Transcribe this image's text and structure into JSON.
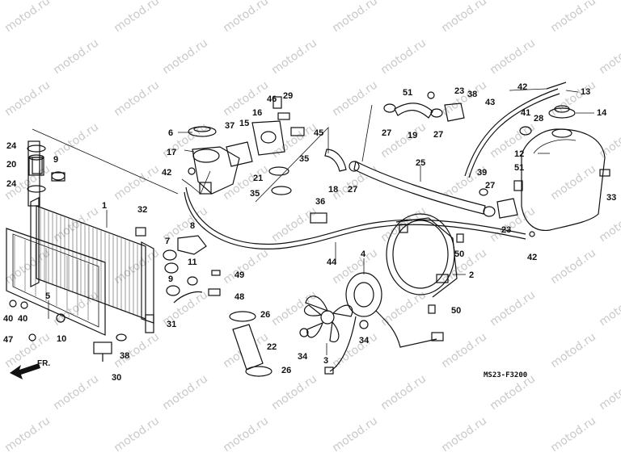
{
  "diagram": {
    "code": "MS23-F3200",
    "front_marker": "FR.",
    "watermark": "motod.ru",
    "callouts": [
      {
        "id": "1",
        "label": "1"
      },
      {
        "id": "2",
        "label": "2"
      },
      {
        "id": "3",
        "label": "3"
      },
      {
        "id": "4",
        "label": "4"
      },
      {
        "id": "5",
        "label": "5"
      },
      {
        "id": "6",
        "label": "6"
      },
      {
        "id": "7",
        "label": "7"
      },
      {
        "id": "8",
        "label": "8"
      },
      {
        "id": "9a",
        "label": "9"
      },
      {
        "id": "9b",
        "label": "9"
      },
      {
        "id": "10",
        "label": "10"
      },
      {
        "id": "11",
        "label": "11"
      },
      {
        "id": "12",
        "label": "12"
      },
      {
        "id": "13",
        "label": "13"
      },
      {
        "id": "14",
        "label": "14"
      },
      {
        "id": "15",
        "label": "15"
      },
      {
        "id": "16",
        "label": "16"
      },
      {
        "id": "17",
        "label": "17"
      },
      {
        "id": "18",
        "label": "18"
      },
      {
        "id": "19",
        "label": "19"
      },
      {
        "id": "20",
        "label": "20"
      },
      {
        "id": "21",
        "label": "21"
      },
      {
        "id": "22",
        "label": "22"
      },
      {
        "id": "23a",
        "label": "23"
      },
      {
        "id": "23b",
        "label": "23"
      },
      {
        "id": "24a",
        "label": "24"
      },
      {
        "id": "24b",
        "label": "24"
      },
      {
        "id": "25",
        "label": "25"
      },
      {
        "id": "26a",
        "label": "26"
      },
      {
        "id": "26b",
        "label": "26"
      },
      {
        "id": "27a",
        "label": "27"
      },
      {
        "id": "27b",
        "label": "27"
      },
      {
        "id": "27c",
        "label": "27"
      },
      {
        "id": "27d",
        "label": "27"
      },
      {
        "id": "28",
        "label": "28"
      },
      {
        "id": "29",
        "label": "29"
      },
      {
        "id": "30",
        "label": "30"
      },
      {
        "id": "31",
        "label": "31"
      },
      {
        "id": "32",
        "label": "32"
      },
      {
        "id": "33",
        "label": "33"
      },
      {
        "id": "34a",
        "label": "34"
      },
      {
        "id": "34b",
        "label": "34"
      },
      {
        "id": "35a",
        "label": "35"
      },
      {
        "id": "35b",
        "label": "35"
      },
      {
        "id": "36",
        "label": "36"
      },
      {
        "id": "37",
        "label": "37"
      },
      {
        "id": "38a",
        "label": "38"
      },
      {
        "id": "38b",
        "label": "38"
      },
      {
        "id": "39",
        "label": "39"
      },
      {
        "id": "40a",
        "label": "40"
      },
      {
        "id": "40b",
        "label": "40"
      },
      {
        "id": "41",
        "label": "41"
      },
      {
        "id": "42a",
        "label": "42"
      },
      {
        "id": "42b",
        "label": "42"
      },
      {
        "id": "42c",
        "label": "42"
      },
      {
        "id": "43",
        "label": "43"
      },
      {
        "id": "44",
        "label": "44"
      },
      {
        "id": "45",
        "label": "45"
      },
      {
        "id": "46",
        "label": "46"
      },
      {
        "id": "47",
        "label": "47"
      },
      {
        "id": "48",
        "label": "48"
      },
      {
        "id": "49",
        "label": "49"
      },
      {
        "id": "50a",
        "label": "50"
      },
      {
        "id": "50b",
        "label": "50"
      },
      {
        "id": "51a",
        "label": "51"
      },
      {
        "id": "51b",
        "label": "51"
      }
    ]
  }
}
